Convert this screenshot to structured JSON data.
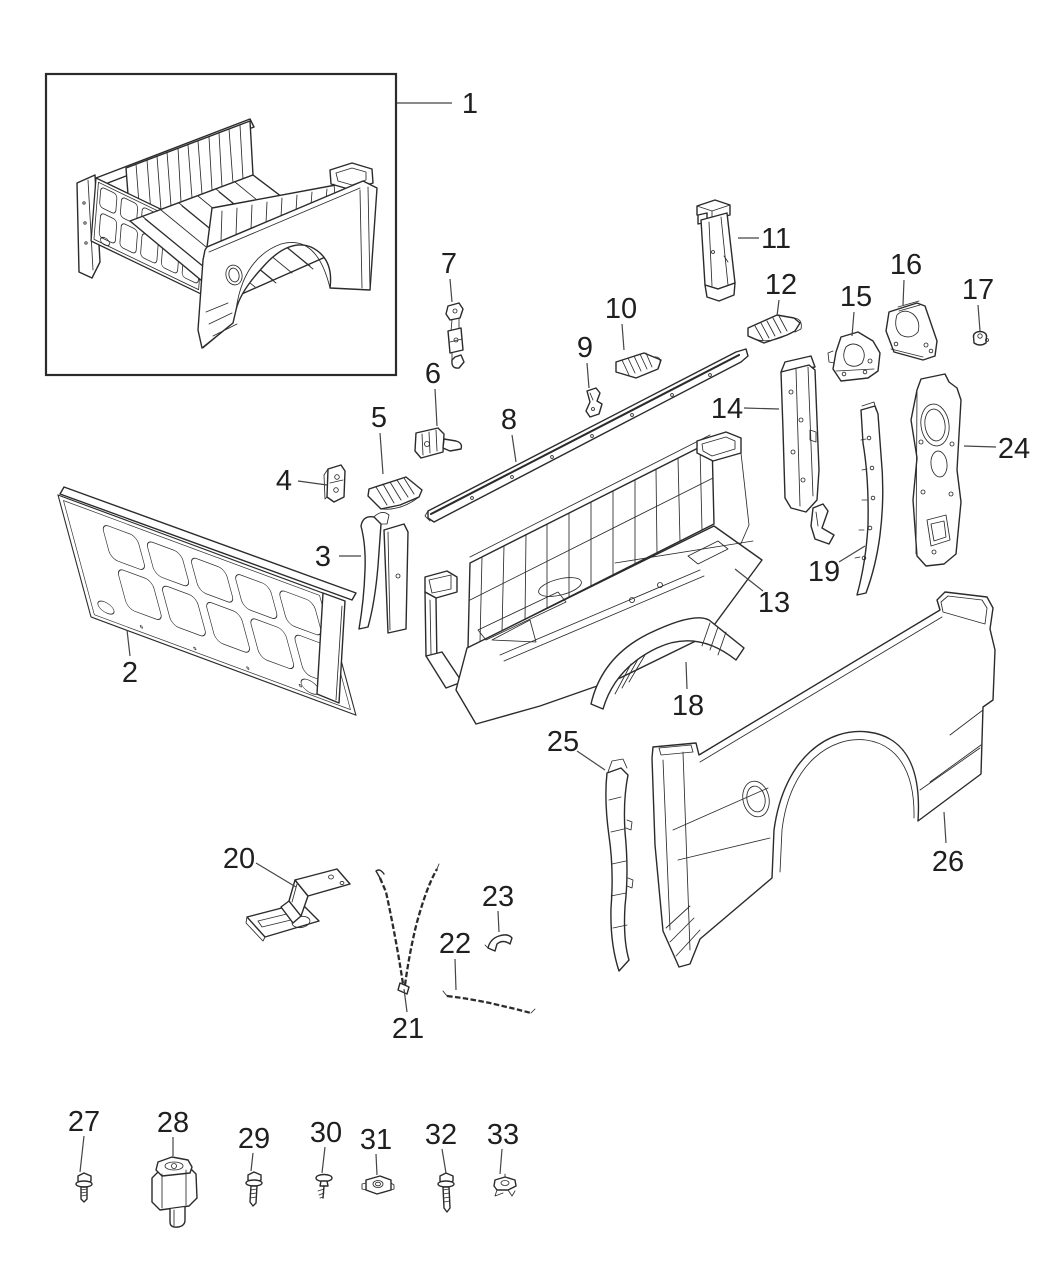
{
  "figure": {
    "kind": "exploded-parts-diagram",
    "subject": "pickup-box",
    "background": "#ffffff",
    "line_color": "#2b2b2b",
    "label_color": "#1f1f1f"
  },
  "callouts": [
    {
      "label": "1"
    },
    {
      "label": "2"
    },
    {
      "label": "3"
    },
    {
      "label": "4"
    },
    {
      "label": "5"
    },
    {
      "label": "6"
    },
    {
      "label": "7"
    },
    {
      "label": "8"
    },
    {
      "label": "9"
    },
    {
      "label": "10"
    },
    {
      "label": "11"
    },
    {
      "label": "12"
    },
    {
      "label": "13"
    },
    {
      "label": "14"
    },
    {
      "label": "15"
    },
    {
      "label": "16"
    },
    {
      "label": "17"
    },
    {
      "label": "18"
    },
    {
      "label": "19"
    },
    {
      "label": "20"
    },
    {
      "label": "21"
    },
    {
      "label": "22"
    },
    {
      "label": "23"
    },
    {
      "label": "24"
    },
    {
      "label": "25"
    },
    {
      "label": "26"
    },
    {
      "label": "27"
    },
    {
      "label": "28"
    },
    {
      "label": "29"
    },
    {
      "label": "30"
    },
    {
      "label": "31"
    },
    {
      "label": "32"
    },
    {
      "label": "33"
    }
  ]
}
